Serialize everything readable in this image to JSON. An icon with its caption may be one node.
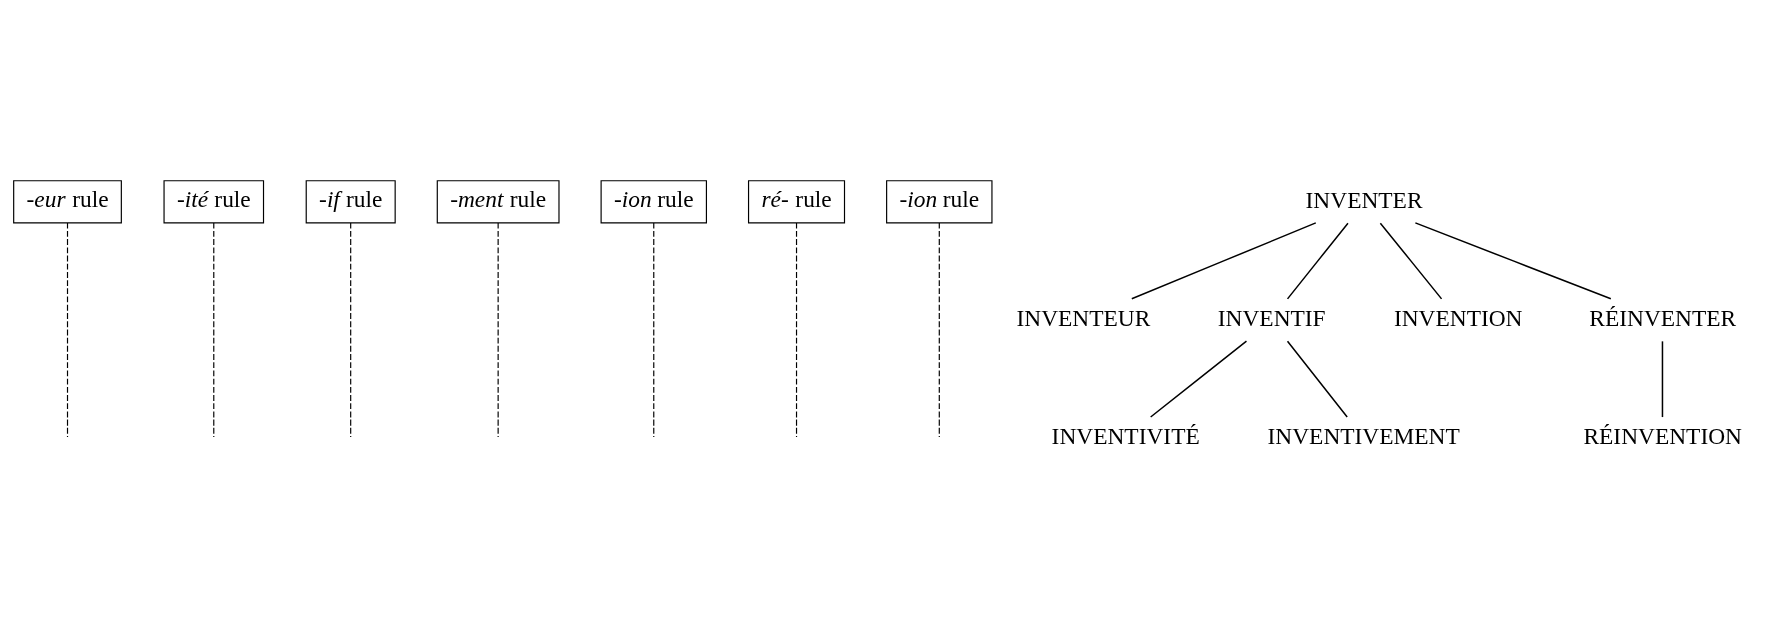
{
  "diagram": {
    "nodes": [
      {
        "text": [
          "*-eur* rule"
        ]
      },
      {
        "text": [
          "*-ité* rule"
        ]
      },
      {
        "text": [
          "*-if* rule"
        ]
      },
      {
        "text": [
          "*-ment* rule"
        ]
      },
      {
        "text": [
          "*-ion* rule"
        ]
      },
      {
        "text": [
          "*ré-* rule"
        ]
      },
      {
        "text": [
          "*-ion* rule"
        ]
      },
      {
        "text": [
          "INVENTER"
        ]
      },
      {
        "text": [
          "INVENTEUR"
        ]
      },
      {
        "text": [
          "INVENTIF"
        ]
      },
      {
        "text": [
          "INVENTION"
        ]
      },
      {
        "text": [
          "RÉINVENTER"
        ]
      },
      {
        "text": [
          "INVENTIVITÉ"
        ]
      },
      {
        "text": [
          "INVENTIVEMENT"
        ]
      },
      {
        "text": [
          "RÉINVENTION"
        ]
      }
    ],
    "edges": [
      {
        "from": 7,
        "to": 8,
        "arrow": "none"
      },
      {
        "from": 7,
        "to": 9,
        "arrow": "none"
      },
      {
        "from": 7,
        "to": 10,
        "arrow": "none"
      },
      {
        "from": 7,
        "to": 11,
        "arrow": "none"
      },
      {
        "from": 9,
        "to": 12,
        "arrow": "none"
      },
      {
        "from": 9,
        "to": 13,
        "arrow": "none"
      },
      {
        "from": 11,
        "to": 14,
        "arrow": "none"
      },
      {
        "from": 0,
        "to": null,
        "arrow": "none",
        "style": "dashed"
      },
      {
        "from": 1,
        "to": null,
        "arrow": "none",
        "style": "dashed"
      },
      {
        "from": 2,
        "to": null,
        "arrow": "none",
        "style": "dashed"
      },
      {
        "from": 3,
        "to": null,
        "arrow": "none",
        "style": "dashed"
      },
      {
        "from": 4,
        "to": null,
        "arrow": "none",
        "style": "dashed"
      },
      {
        "from": 5,
        "to": null,
        "arrow": "none",
        "style": "dashed"
      },
      {
        "from": 6,
        "to": null,
        "arrow": "none",
        "style": "dashed"
      }
    ]
  }
}
